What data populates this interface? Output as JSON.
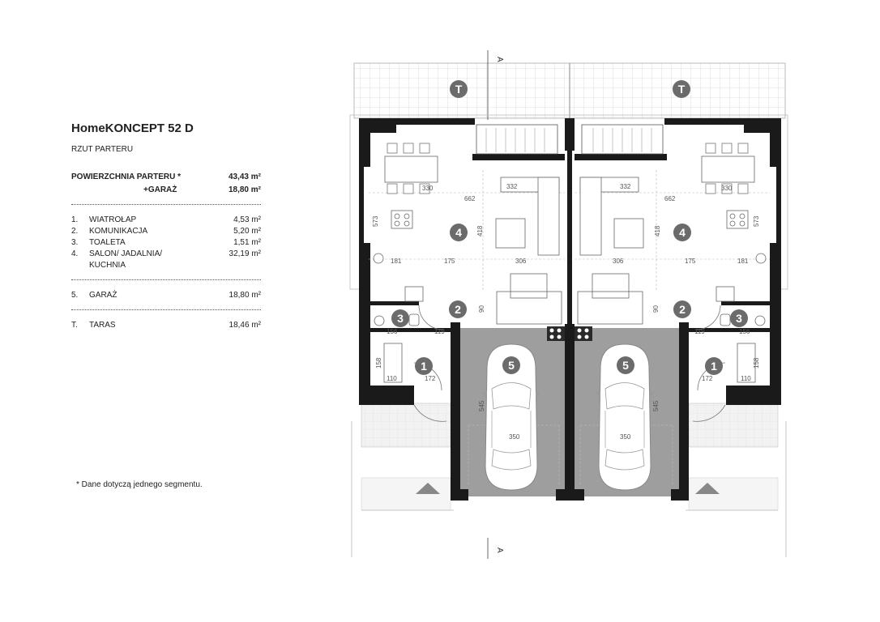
{
  "legend": {
    "title": "HomeKONCEPT 52 D",
    "subtitle": "RZUT PARTERU",
    "area_label": "POWIERZCHNIA PARTERU *",
    "area_value": "43,43 m²",
    "garage_label": "+GARAŻ",
    "garage_value": "18,80 m²",
    "rooms": [
      {
        "num": "1.",
        "name": "WIATROŁAP",
        "area": "4,53 m²"
      },
      {
        "num": "2.",
        "name": "KOMUNIKACJA",
        "area": "5,20 m²"
      },
      {
        "num": "3.",
        "name": "TOALETA",
        "area": "1,51 m²"
      },
      {
        "num": "4.",
        "name": "SALON/ JADALNIA/",
        "name2": "KUCHNIA",
        "area": "32,19 m²"
      }
    ],
    "garage_room": {
      "num": "5.",
      "name": "GARAŻ",
      "area": "18,80 m²"
    },
    "terrace": {
      "num": "T.",
      "name": "TARAS",
      "area": "18,46 m²"
    }
  },
  "footnote": "*  Dane dotyczą jednego segmentu.",
  "plan": {
    "section_marker": "A",
    "badges": {
      "terrace": "T",
      "r1": "1",
      "r2": "2",
      "r3": "3",
      "r4": "4",
      "r5": "5"
    },
    "dims": {
      "d330": "330",
      "d662": "662",
      "d332": "332",
      "d573": "573",
      "d418": "418",
      "d181": "181",
      "d175": "175",
      "d306": "306",
      "d90": "90",
      "d156": "156",
      "d119": "119",
      "d158": "158",
      "d110": "110",
      "d172": "172",
      "d545": "545",
      "d350": "350"
    }
  }
}
